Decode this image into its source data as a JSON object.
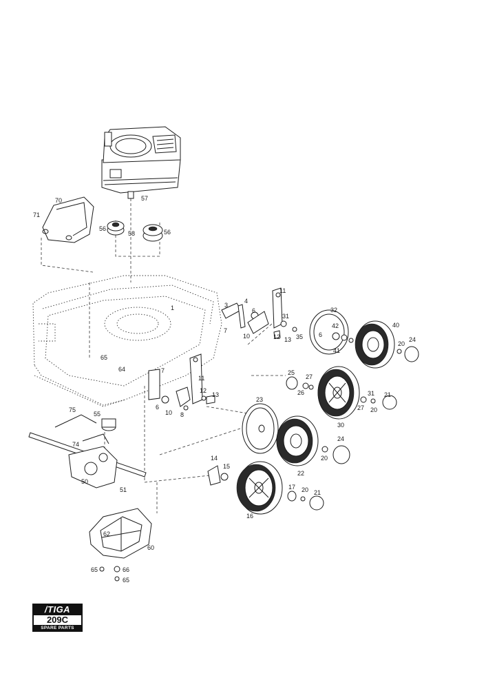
{
  "brand": {
    "name": "/TIGA",
    "model": "209C",
    "caption": "SPARE PARTS"
  },
  "part_labels": [
    {
      "id": "p57",
      "text": "57"
    },
    {
      "id": "p70",
      "text": "70"
    },
    {
      "id": "p71",
      "text": "71"
    },
    {
      "id": "p56a",
      "text": "56"
    },
    {
      "id": "p58",
      "text": "58"
    },
    {
      "id": "p56b",
      "text": "56"
    },
    {
      "id": "p1",
      "text": "1"
    },
    {
      "id": "p3",
      "text": "3"
    },
    {
      "id": "p4",
      "text": "4"
    },
    {
      "id": "p6a",
      "text": "6"
    },
    {
      "id": "p7a",
      "text": "7"
    },
    {
      "id": "p10a",
      "text": "10"
    },
    {
      "id": "p11a",
      "text": "11"
    },
    {
      "id": "p31a",
      "text": "31"
    },
    {
      "id": "p12a",
      "text": "12"
    },
    {
      "id": "p13a",
      "text": "13"
    },
    {
      "id": "p35",
      "text": "35"
    },
    {
      "id": "p32",
      "text": "32"
    },
    {
      "id": "p42",
      "text": "42"
    },
    {
      "id": "p6b",
      "text": "6"
    },
    {
      "id": "p41",
      "text": "41"
    },
    {
      "id": "p40",
      "text": "40"
    },
    {
      "id": "p20a",
      "text": "20"
    },
    {
      "id": "p24a",
      "text": "24"
    },
    {
      "id": "p65a",
      "text": "65"
    },
    {
      "id": "p64",
      "text": "64"
    },
    {
      "id": "p7b",
      "text": "7"
    },
    {
      "id": "p11b",
      "text": "11"
    },
    {
      "id": "p12b",
      "text": "12"
    },
    {
      "id": "p13b",
      "text": "13"
    },
    {
      "id": "p6c",
      "text": "6"
    },
    {
      "id": "p10b",
      "text": "10"
    },
    {
      "id": "p8",
      "text": "8"
    },
    {
      "id": "p25",
      "text": "25"
    },
    {
      "id": "p27a",
      "text": "27"
    },
    {
      "id": "p26",
      "text": "26"
    },
    {
      "id": "p31b",
      "text": "31"
    },
    {
      "id": "p21a",
      "text": "21"
    },
    {
      "id": "p27b",
      "text": "27"
    },
    {
      "id": "p20b",
      "text": "20"
    },
    {
      "id": "p30",
      "text": "30"
    },
    {
      "id": "p75",
      "text": "75"
    },
    {
      "id": "p55",
      "text": "55"
    },
    {
      "id": "p23",
      "text": "23"
    },
    {
      "id": "p74",
      "text": "74"
    },
    {
      "id": "p24b",
      "text": "24"
    },
    {
      "id": "p20c",
      "text": "20"
    },
    {
      "id": "p22",
      "text": "22"
    },
    {
      "id": "p14",
      "text": "14"
    },
    {
      "id": "p15",
      "text": "15"
    },
    {
      "id": "p50",
      "text": "50"
    },
    {
      "id": "p51",
      "text": "51"
    },
    {
      "id": "p17",
      "text": "17"
    },
    {
      "id": "p20d",
      "text": "20"
    },
    {
      "id": "p21b",
      "text": "21"
    },
    {
      "id": "p16",
      "text": "16"
    },
    {
      "id": "p62",
      "text": "62"
    },
    {
      "id": "p60",
      "text": "60"
    },
    {
      "id": "p65b",
      "text": "65"
    },
    {
      "id": "p66",
      "text": "66"
    },
    {
      "id": "p65c",
      "text": "65"
    }
  ]
}
